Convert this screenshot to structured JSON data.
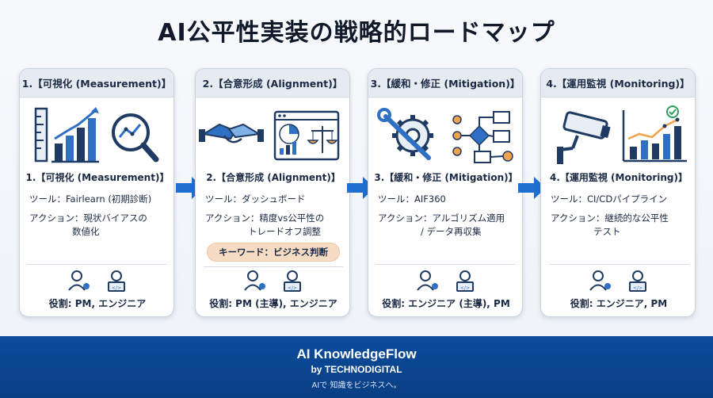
{
  "title": "AI公平性実装の戦略的ロードマップ",
  "colors": {
    "accent_blue": "#1f6fd1",
    "icon_navy": "#1f3b63",
    "keyword_bg": "#f7dcc4",
    "footer_bg": "#0c4c9c"
  },
  "steps": [
    {
      "header": "1.【可視化 (Measurement)】",
      "subtitle": "1.【可視化 (Measurement)】",
      "tool": "ツール：Fairlearn (初期診断)",
      "action_1": "アクション：現状バイアスの",
      "action_2": "数値化",
      "keyword": "",
      "role": "役割: PM, エンジニア",
      "icons": [
        "ruler-icon",
        "bar-chart-icon",
        "magnifier-chart-icon"
      ]
    },
    {
      "header": "2.【合意形成 (Alignment)】",
      "subtitle": "2.【合意形成 (Alignment)】",
      "tool": "ツール：ダッシュボード",
      "action_1": "アクション：精度vs公平性の",
      "action_2": "トレードオフ調整",
      "keyword": "キーワード：ビジネス判断",
      "role": "役割: PM (主導), エンジニア",
      "icons": [
        "handshake-icon",
        "dashboard-icon"
      ]
    },
    {
      "header": "3.【緩和・修正 (Mitigation)】",
      "subtitle": "3.【緩和・修正 (Mitigation)】",
      "tool": "ツール：AIF360",
      "action_1": "アクション：アルゴリズム適用",
      "action_2": "/ データ再収集",
      "keyword": "",
      "role": "役割: エンジニア (主導), PM",
      "icons": [
        "wrench-gear-icon",
        "flowchart-icon"
      ]
    },
    {
      "header": "4.【運用監視 (Monitoring)】",
      "subtitle": "4.【運用監視 (Monitoring)】",
      "tool": "ツール：CI/CDパイプライン",
      "action_1": "アクション：継続的な公平性",
      "action_2": "テスト",
      "keyword": "",
      "role": "役割: エンジニア, PM",
      "icons": [
        "security-camera-icon",
        "trend-check-chart-icon"
      ]
    }
  ],
  "footer": {
    "brand": "AI KnowledgeFlow",
    "by": "by TECHNODIGITAL",
    "tagline": "AIで 知識をビジネスへ。"
  }
}
